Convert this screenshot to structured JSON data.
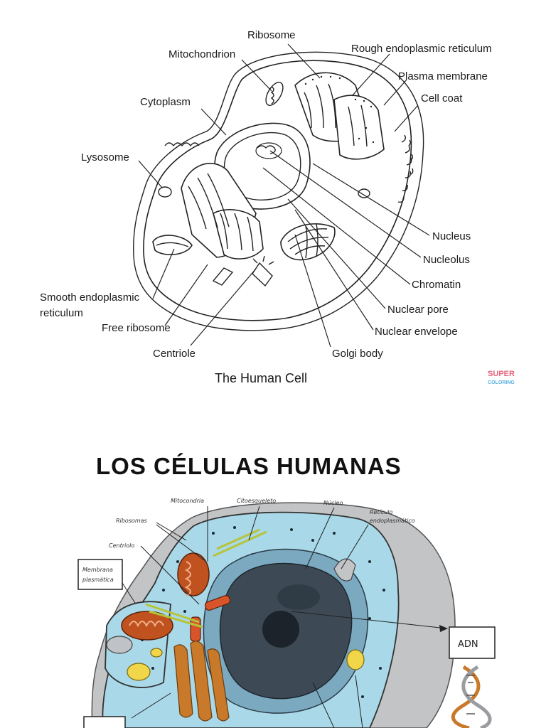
{
  "top_diagram": {
    "title": "The Human Cell",
    "watermark": "SUPER COLORING",
    "labels": {
      "ribosome": "Ribosome",
      "mitochondrion": "Mitochondrion",
      "rough_er": "Rough endoplasmic reticulum",
      "plasma_membrane": "Plasma membrane",
      "cell_coat": "Cell coat",
      "cytoplasm": "Cytoplasm",
      "lysosome": "Lysosome",
      "nucleus": "Nucleus",
      "nucleolus": "Nucleolus",
      "chromatin": "Chromatin",
      "nuclear_pore": "Nuclear pore",
      "nuclear_envelope": "Nuclear envelope",
      "smooth_er_1": "Smooth endoplasmic",
      "smooth_er_2": "reticulum",
      "free_ribosome": "Free ribosome",
      "centriole": "Centriole",
      "golgi_body": "Golgi body"
    }
  },
  "bottom_diagram": {
    "title": "LOS CÉLULAS HUMANAS",
    "labels": {
      "mitocondria": "Mitocondria",
      "citoesqueleto": "Citoesqueleto",
      "nucleo": "Núcleo",
      "reticulo_1": "Retículo",
      "reticulo_2": "endoplasmático",
      "ribosomas": "Ribosomas",
      "centriolo": "Centriolo",
      "membrana_1": "Membrana",
      "membrana_2": "plasmática",
      "adn": "ADN"
    },
    "colors": {
      "cytoplasm": "#a9d8e8",
      "outer_shell": "#c2c4c6",
      "nucleus": "#3d4a55",
      "mitochondria": "#c0521f",
      "vesicles": "#f2d64a"
    }
  }
}
